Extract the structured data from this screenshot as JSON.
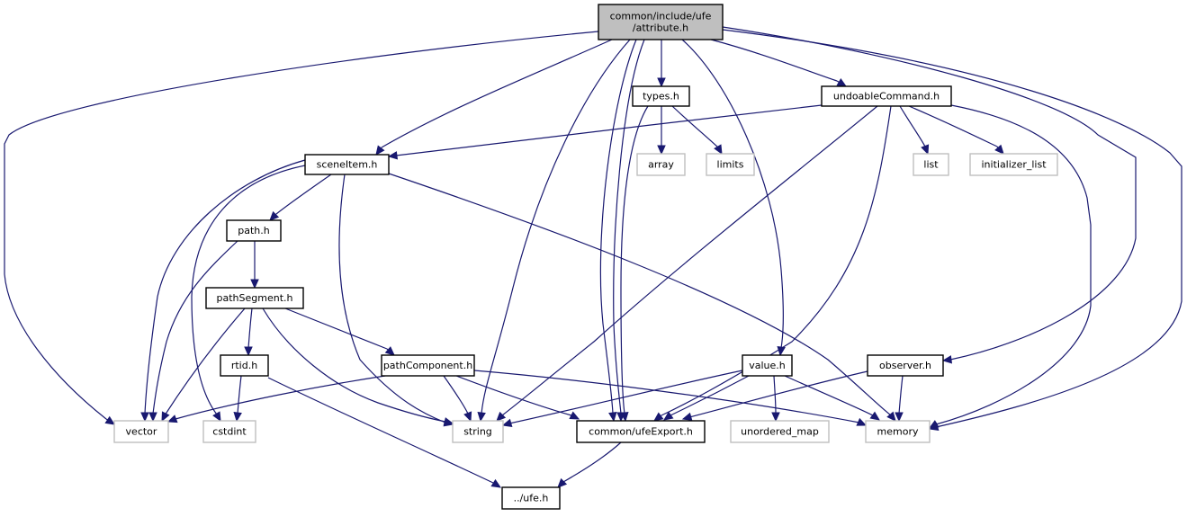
{
  "diagram": {
    "type": "include-dependency-graph",
    "colors": {
      "edge": "#191970",
      "root_fill": "#bfbfbf",
      "local_border": "#000000",
      "system_border": "#bfbfbf",
      "background": "#ffffff"
    },
    "nodes": [
      {
        "id": "attribute",
        "lines": [
          "common/include/ufe",
          "/attribute.h"
        ],
        "kind": "root"
      },
      {
        "id": "types",
        "lines": [
          "types.h"
        ],
        "kind": "local"
      },
      {
        "id": "undoableCommand",
        "lines": [
          "undoableCommand.h"
        ],
        "kind": "local"
      },
      {
        "id": "sceneItem",
        "lines": [
          "sceneItem.h"
        ],
        "kind": "local"
      },
      {
        "id": "array",
        "lines": [
          "array"
        ],
        "kind": "system"
      },
      {
        "id": "limits",
        "lines": [
          "limits"
        ],
        "kind": "system"
      },
      {
        "id": "list",
        "lines": [
          "list"
        ],
        "kind": "system"
      },
      {
        "id": "initializer_list",
        "lines": [
          "initializer_list"
        ],
        "kind": "system"
      },
      {
        "id": "path",
        "lines": [
          "path.h"
        ],
        "kind": "local"
      },
      {
        "id": "pathSegment",
        "lines": [
          "pathSegment.h"
        ],
        "kind": "local"
      },
      {
        "id": "rtid",
        "lines": [
          "rtid.h"
        ],
        "kind": "local"
      },
      {
        "id": "pathComponent",
        "lines": [
          "pathComponent.h"
        ],
        "kind": "local"
      },
      {
        "id": "value",
        "lines": [
          "value.h"
        ],
        "kind": "local"
      },
      {
        "id": "observer",
        "lines": [
          "observer.h"
        ],
        "kind": "local"
      },
      {
        "id": "vector",
        "lines": [
          "vector"
        ],
        "kind": "system"
      },
      {
        "id": "cstdint",
        "lines": [
          "cstdint"
        ],
        "kind": "system"
      },
      {
        "id": "string",
        "lines": [
          "string"
        ],
        "kind": "system"
      },
      {
        "id": "ufeExport",
        "lines": [
          "common/ufeExport.h"
        ],
        "kind": "local"
      },
      {
        "id": "unordered_map",
        "lines": [
          "unordered_map"
        ],
        "kind": "system"
      },
      {
        "id": "memory",
        "lines": [
          "memory"
        ],
        "kind": "system"
      },
      {
        "id": "ufe",
        "lines": [
          "../ufe.h"
        ],
        "kind": "local"
      }
    ],
    "edges": [
      [
        "attribute",
        "vector"
      ],
      [
        "attribute",
        "sceneItem"
      ],
      [
        "attribute",
        "string"
      ],
      [
        "attribute",
        "ufeExport"
      ],
      [
        "attribute",
        "ufeExport"
      ],
      [
        "attribute",
        "types"
      ],
      [
        "attribute",
        "value"
      ],
      [
        "attribute",
        "undoableCommand"
      ],
      [
        "attribute",
        "observer"
      ],
      [
        "attribute",
        "memory"
      ],
      [
        "types",
        "array"
      ],
      [
        "types",
        "limits"
      ],
      [
        "types",
        "ufeExport"
      ],
      [
        "undoableCommand",
        "sceneItem"
      ],
      [
        "undoableCommand",
        "string"
      ],
      [
        "undoableCommand",
        "ufeExport"
      ],
      [
        "undoableCommand",
        "list"
      ],
      [
        "undoableCommand",
        "initializer_list"
      ],
      [
        "undoableCommand",
        "memory"
      ],
      [
        "sceneItem",
        "vector"
      ],
      [
        "sceneItem",
        "cstdint"
      ],
      [
        "sceneItem",
        "path"
      ],
      [
        "sceneItem",
        "string"
      ],
      [
        "sceneItem",
        "memory"
      ],
      [
        "path",
        "vector"
      ],
      [
        "path",
        "pathSegment"
      ],
      [
        "pathSegment",
        "vector"
      ],
      [
        "pathSegment",
        "rtid"
      ],
      [
        "pathSegment",
        "string"
      ],
      [
        "pathSegment",
        "pathComponent"
      ],
      [
        "rtid",
        "cstdint"
      ],
      [
        "rtid",
        "ufe"
      ],
      [
        "pathComponent",
        "vector"
      ],
      [
        "pathComponent",
        "string"
      ],
      [
        "pathComponent",
        "ufeExport"
      ],
      [
        "pathComponent",
        "memory"
      ],
      [
        "value",
        "string"
      ],
      [
        "value",
        "ufeExport"
      ],
      [
        "value",
        "unordered_map"
      ],
      [
        "value",
        "memory"
      ],
      [
        "observer",
        "ufeExport"
      ],
      [
        "observer",
        "memory"
      ],
      [
        "ufeExport",
        "ufe"
      ]
    ]
  }
}
